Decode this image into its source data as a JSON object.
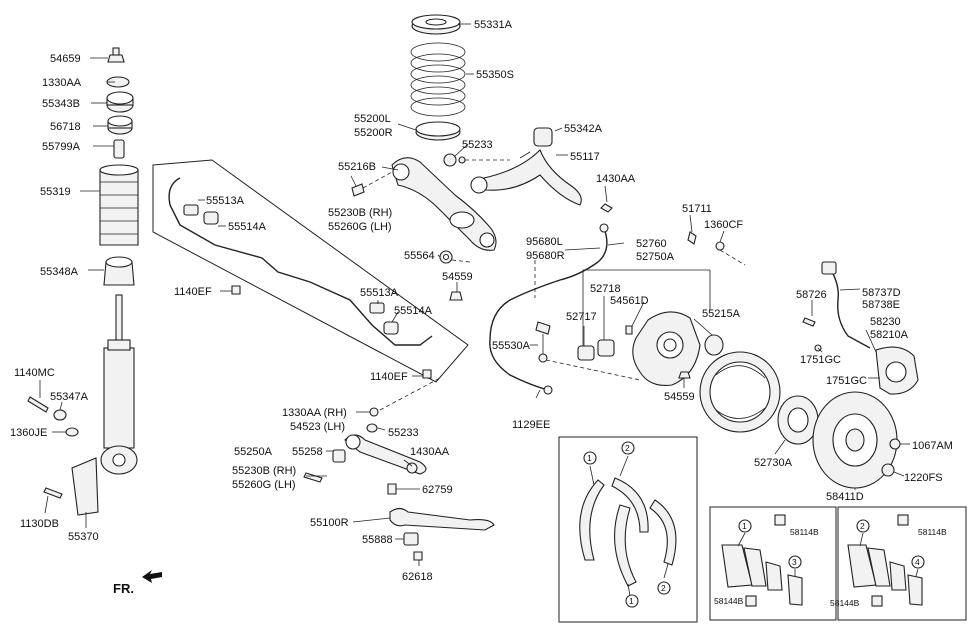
{
  "labels": {
    "l54659": "54659",
    "l1330AA": "1330AA",
    "l55343B": "55343B",
    "l56718": "56718",
    "l55799A": "55799A",
    "l55319": "55319",
    "l55348A": "55348A",
    "l1140MC": "1140MC",
    "l55347A": "55347A",
    "l1360JE": "1360JE",
    "l1130DB": "1130DB",
    "l55370": "55370",
    "l55331A": "55331A",
    "l55350S": "55350S",
    "l55200L": "55200L",
    "l55200R": "55200R",
    "l55233a": "55233",
    "l55216B": "55216B",
    "l55230B": "55230B (RH)",
    "l55260G": "55260G (LH)",
    "l55342A": "55342A",
    "l55117": "55117",
    "l1430AAa": "1430AA",
    "l55513Aa": "55513A",
    "l55514Aa": "55514A",
    "l1140EFa": "1140EF",
    "l55513Ab": "55513A",
    "l55514Ab": "55514A",
    "l1140EFb": "1140EF",
    "l55564": "55564",
    "l54559a": "54559",
    "l95680L": "95680L",
    "l95680R": "95680R",
    "l52760": "52760",
    "l52750A": "52750A",
    "l51711": "51711",
    "l1360CF": "1360CF",
    "l52718": "52718",
    "l54561D": "54561D",
    "l52717": "52717",
    "l55215A": "55215A",
    "l55530A": "55530A",
    "l54559b": "54559",
    "l1129EE": "1129EE",
    "l58737D": "58737D",
    "l58738E": "58738E",
    "l58726": "58726",
    "l58230": "58230",
    "l58210A": "58210A",
    "l1751GCa": "1751GC",
    "l1751GCb": "1751GC",
    "l1330AARH": "1330AA (RH)",
    "l54523": "54523 (LH)",
    "l55233b": "55233",
    "l55250A": "55250A",
    "l55258": "55258",
    "l1430AAb": "1430AA",
    "l55230Bb": "55230B (RH)",
    "l55260Gb": "55260G (LH)",
    "l62759": "62759",
    "l55100R": "55100R",
    "l55888": "55888",
    "l62618": "62618",
    "l52730A": "52730A",
    "l1067AM": "1067AM",
    "l1220FS": "1220FS",
    "l58411D": "58411D",
    "l58114Ba": "58114B",
    "l58144Ba": "58144B",
    "l58114Bb": "58114B",
    "l58144Bb": "58144B",
    "lFR": "FR."
  },
  "callouts": {
    "c1a": "1",
    "c2a": "2",
    "c1b": "1",
    "c2b": "2",
    "c1c": "1",
    "c3c": "3",
    "c2d": "2",
    "c4d": "4"
  },
  "icons": {
    "front_arrow": "arrow-icon"
  }
}
